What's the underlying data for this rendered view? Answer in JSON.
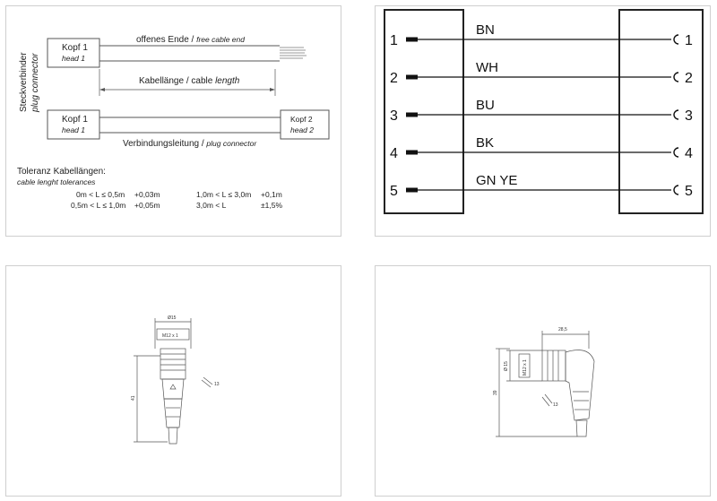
{
  "cable": {
    "side_label": "Steckverbinder",
    "side_label_it": "plug connector",
    "head1_label": "Kopf 1",
    "head1_label_it": "head 1",
    "head1b_label": "Kopf 1",
    "head1b_label_it": "head 1",
    "head2_label": "Kopf 2",
    "head2_label_it": "head 2",
    "free_end": "offenes Ende / ",
    "free_end_it": "free cable end",
    "length": "Kabellänge / cable ",
    "length_it": "length",
    "connection": "Verbindungsleitung / ",
    "connection_it": "plug connector"
  },
  "tolerance": {
    "title": "Toleranz Kabellängen:",
    "subtitle": "cable lenght tolerances",
    "rows": [
      {
        "range": "0m < L ≤ 0,5m",
        "tol": "+0,03m",
        "range2": "1,0m < L ≤ 3,0m",
        "tol2": "+0,1m"
      },
      {
        "range": "0,5m < L ≤ 1,0m",
        "tol": "+0,05m",
        "range2": "3,0m < L",
        "tol2": "±1,5%"
      }
    ]
  },
  "wiring": {
    "left_pins": [
      "1",
      "2",
      "3",
      "4",
      "5"
    ],
    "right_pins": [
      "1",
      "2",
      "3",
      "4",
      "5"
    ],
    "colors": [
      "BN",
      "WH",
      "BU",
      "BK",
      "GN YE"
    ]
  },
  "drawing_straight": {
    "diameter": "Ø15",
    "thread": "M12 x 1",
    "length": "41",
    "wrench": "13"
  },
  "drawing_angled": {
    "width": "28,5",
    "diameter": "Ø 15",
    "thread": "M12 x 1",
    "height": "39",
    "wrench": "13"
  }
}
